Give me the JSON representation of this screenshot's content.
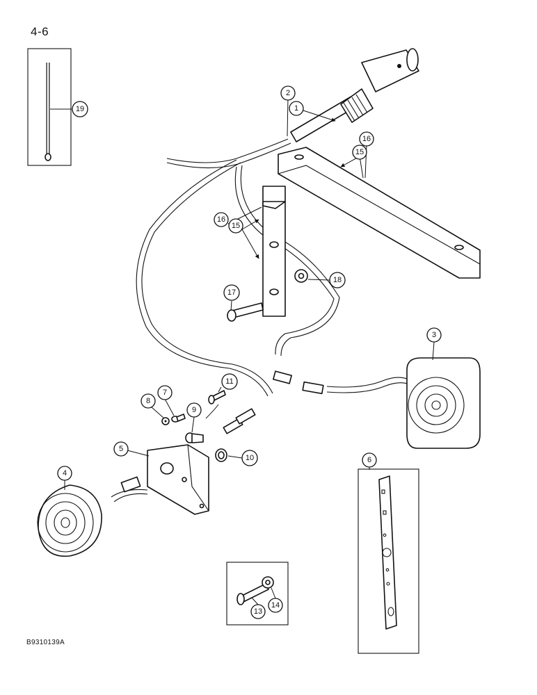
{
  "page_number": "4-6",
  "drawing_id": "B9310139A",
  "callouts": {
    "c1": "1",
    "c2": "2",
    "c3": "3",
    "c4": "4",
    "c5": "5",
    "c6": "6",
    "c7": "7",
    "c8": "8",
    "c9": "9",
    "c10": "10",
    "c11": "11",
    "c13": "13",
    "c14": "14",
    "c15a": "15",
    "c15b": "15",
    "c16a": "16",
    "c16b": "16",
    "c17": "17",
    "c18": "18",
    "c19": "19"
  }
}
